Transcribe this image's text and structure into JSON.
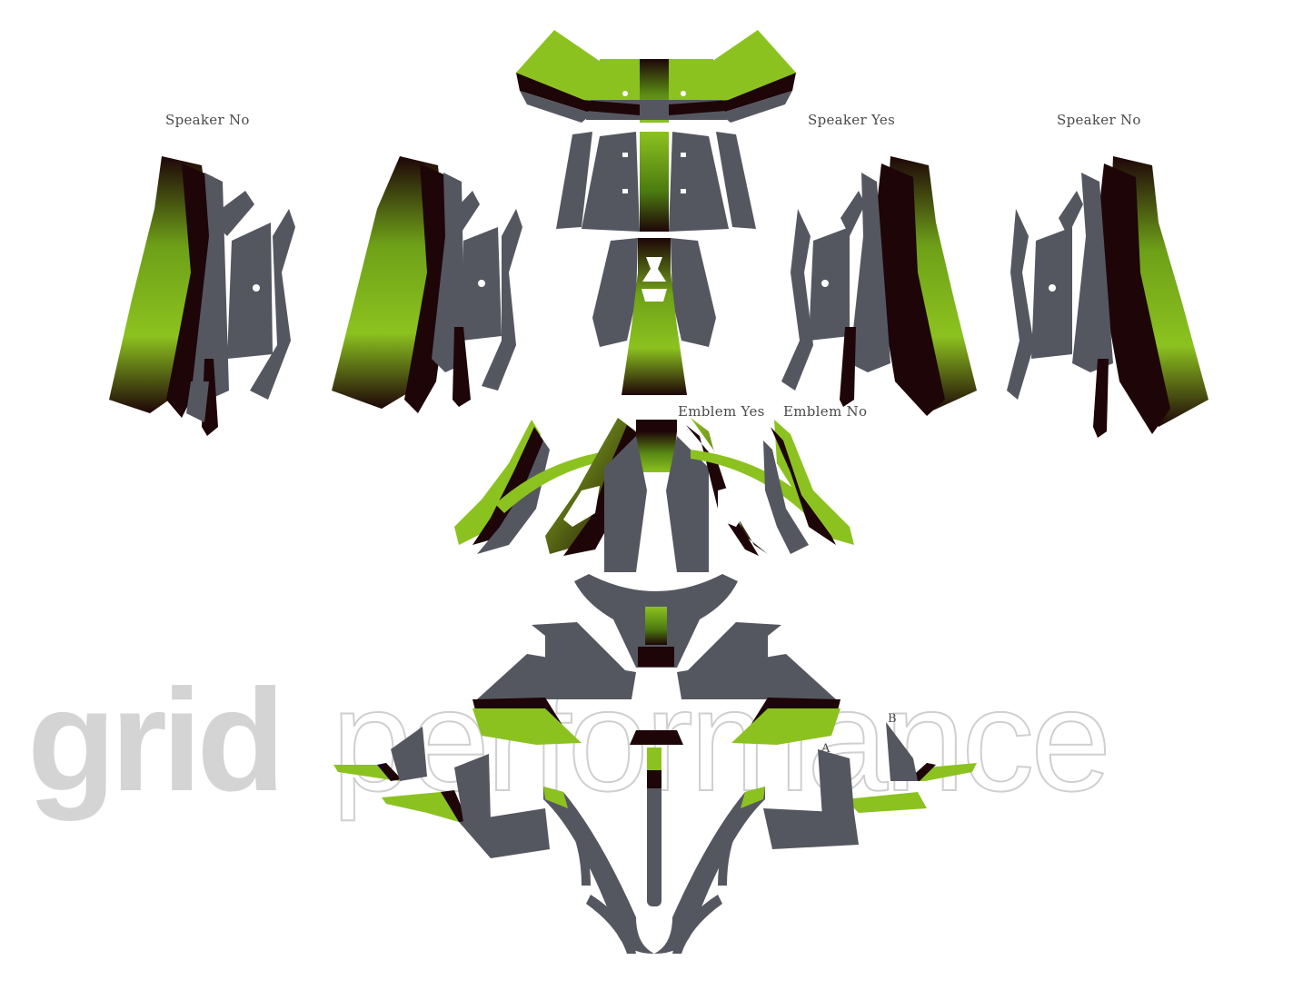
{
  "labels": {
    "speaker_left": "Speaker No",
    "speaker_center_right": "Speaker Yes",
    "speaker_right": "Speaker No",
    "emblem_yes": "Emblem Yes",
    "emblem_no": "Emblem No",
    "marker_a": "A",
    "marker_b": "B"
  },
  "watermark": {
    "word1": "grid",
    "word2": "performance"
  },
  "colors": {
    "gray_panel": "#555760",
    "lime_green": "#8cc21f",
    "bright_yellow": "#c8e000",
    "dark_maroon": "#1e0508",
    "pin_line": "#a04c8a",
    "watermark_fill": "#d4d4d4",
    "watermark_outline": "#cfcfcf"
  },
  "panels": [
    {
      "name": "top-fairing-wing",
      "position": "top-center"
    },
    {
      "name": "windshield-surround",
      "position": "upper-center"
    },
    {
      "name": "dash-center-strip",
      "position": "center"
    },
    {
      "name": "saddlebag-left-speaker-no",
      "position": "upper-left"
    },
    {
      "name": "saddlebag-left-inner",
      "position": "upper-left-center"
    },
    {
      "name": "saddlebag-right-speaker-yes",
      "position": "upper-right-center"
    },
    {
      "name": "saddlebag-right-speaker-no",
      "position": "upper-right"
    },
    {
      "name": "tank-emblem-yes",
      "position": "middle"
    },
    {
      "name": "tank-emblem-no",
      "position": "middle-right"
    },
    {
      "name": "front-fender-fairing",
      "position": "lower-center"
    },
    {
      "name": "lower-fork-panels",
      "position": "bottom"
    }
  ]
}
